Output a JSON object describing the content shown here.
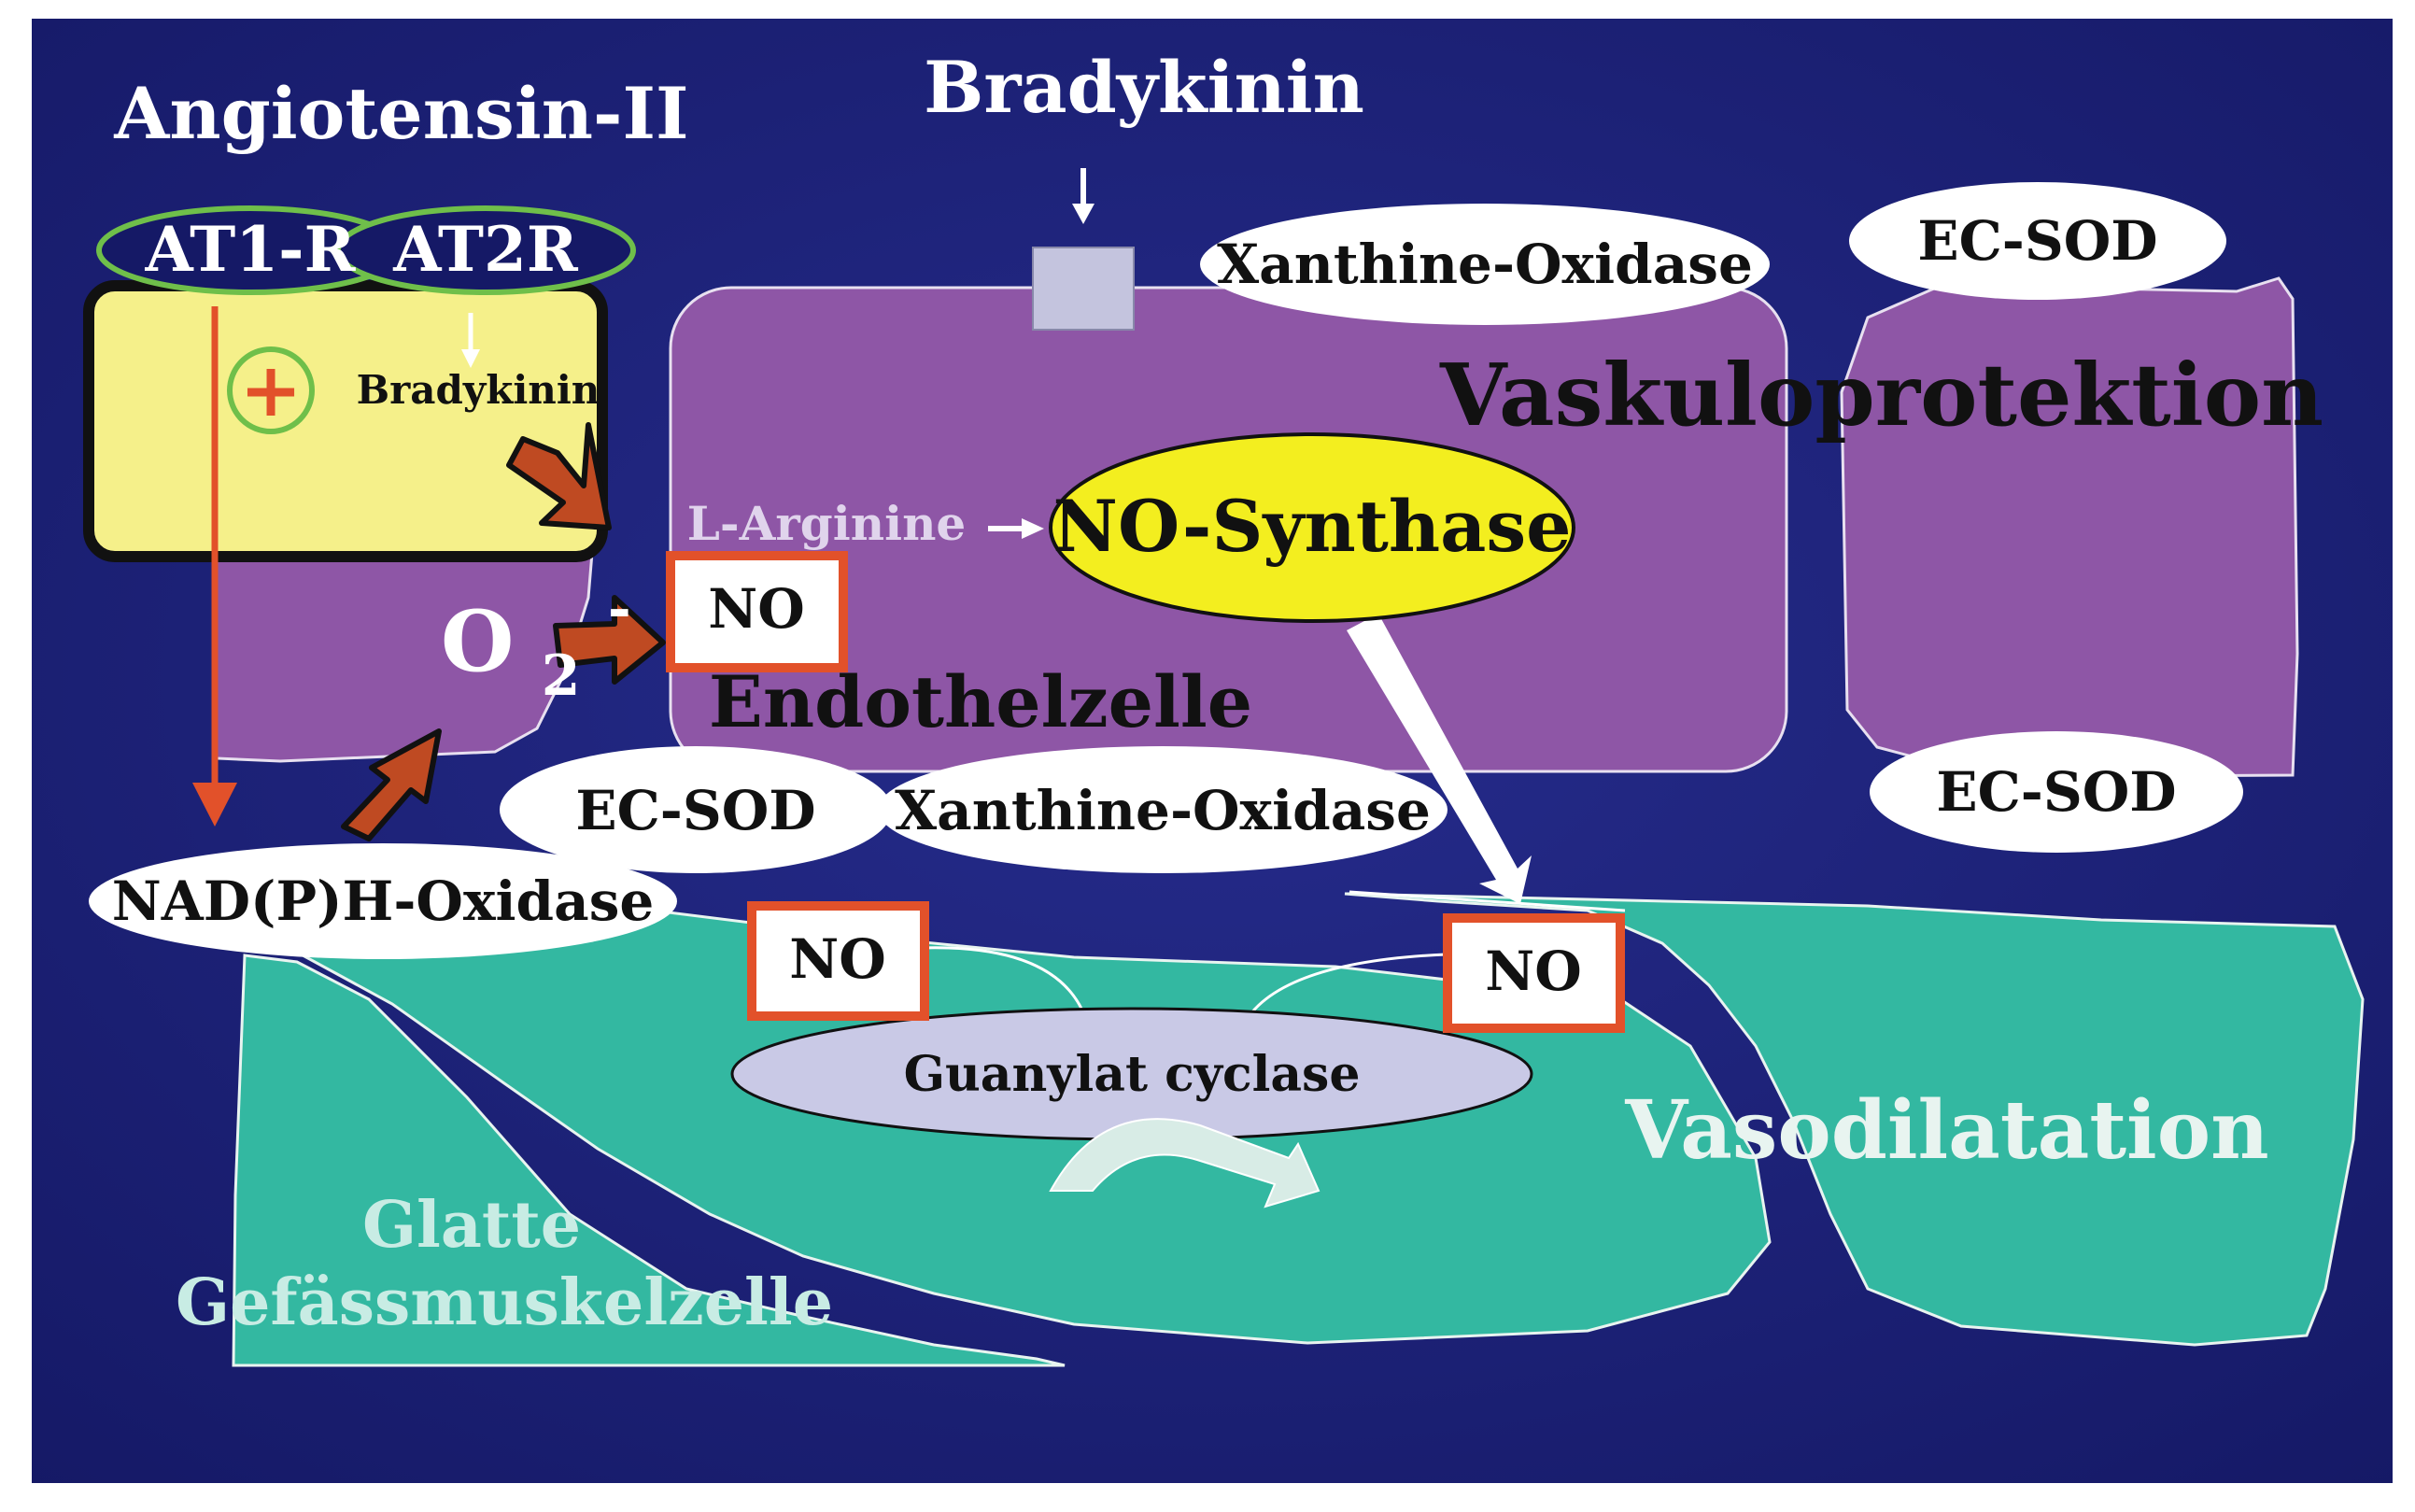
{
  "colors": {
    "background": "#1a1f78",
    "cell_purple": "#8e56a6",
    "smooth_muscle_teal": "#33b8a1",
    "membrane_yellow": "#f5f08a",
    "synthase_yellow": "#f3ee1f",
    "cyclase_lavender": "#c9c9e6",
    "receptor_square": "#c4c4de",
    "receptor_outline_green": "#6fbf4a",
    "arrow_orange": "#e2512a",
    "arrow_brown": "#bf4a22",
    "no_box_border": "#e2512a",
    "white": "#ffffff",
    "black": "#111111"
  },
  "icons": {
    "plus": "plus-sign-icon",
    "block_arrow": "block-arrow-icon",
    "curved_arrow": "curved-arrow-icon"
  },
  "labels": {
    "angiotensin": "Angiotensin-II",
    "at1r": "AT1-R",
    "at2r": "AT2R",
    "bradykinin_top": "Bradykinin",
    "bradykinin_small": "Bradykinin",
    "plus": "+",
    "xanthine_oxidase_top": "Xanthine-Oxidase",
    "ec_sod_top": "EC-SOD",
    "vaskuloprotektion": "Vaskuloprotektion",
    "l_arginine": "L-Arginine",
    "no_synthase": "NO-Synthase",
    "no_1": "NO",
    "superoxide_base": "O",
    "superoxide_sub": "2",
    "superoxide_sup": "-",
    "endothelzelle": "Endothelzelle",
    "ec_sod_middle": "EC-SOD",
    "xanthine_oxidase_middle": "Xanthine-Oxidase",
    "ec_sod_right": "EC-SOD",
    "nadph_oxidase": "NAD(P)H-Oxidase",
    "no_2": "NO",
    "no_3": "NO",
    "guanylat_cyclase": "Guanylat cyclase",
    "vasodilatation": "Vasodilatation",
    "glatte_line1": "Glatte",
    "glatte_line2": "Gefässmuskelzelle"
  }
}
